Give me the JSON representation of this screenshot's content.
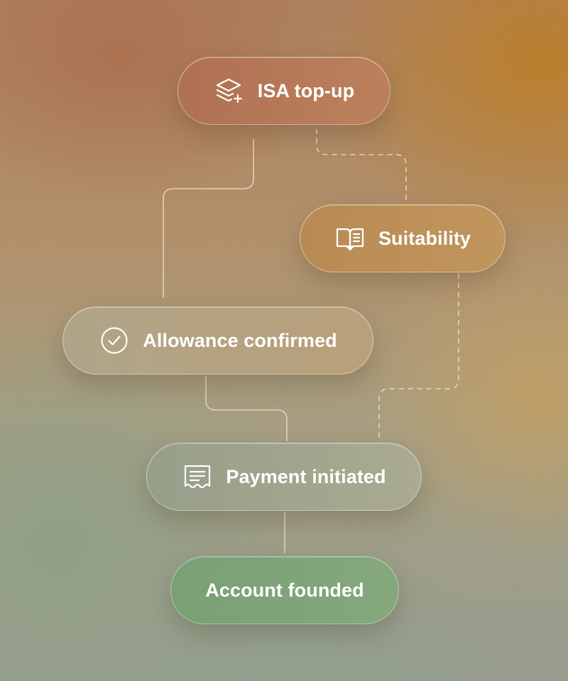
{
  "diagram": {
    "nodes": [
      {
        "id": "isa-top-up",
        "label": "ISA top-up",
        "icon": "layers-plus-icon"
      },
      {
        "id": "suitability",
        "label": "Suitability",
        "icon": "book-icon"
      },
      {
        "id": "allowance-confirmed",
        "label": "Allowance confirmed",
        "icon": "check-circle-icon"
      },
      {
        "id": "payment-initiated",
        "label": "Payment initiated",
        "icon": "receipt-icon"
      },
      {
        "id": "account-founded",
        "label": "Account founded",
        "icon": ""
      }
    ],
    "edges": [
      {
        "from": "isa-top-up",
        "to": "allowance-confirmed",
        "style": "solid"
      },
      {
        "from": "isa-top-up",
        "to": "suitability",
        "style": "dashed"
      },
      {
        "from": "suitability",
        "to": "payment-initiated",
        "style": "dashed"
      },
      {
        "from": "allowance-confirmed",
        "to": "payment-initiated",
        "style": "solid"
      },
      {
        "from": "payment-initiated",
        "to": "account-founded",
        "style": "solid"
      }
    ]
  },
  "colors": {
    "connector": "#f3e6d4",
    "node_text": "#ffffff",
    "final_node": "#7fa57a"
  }
}
